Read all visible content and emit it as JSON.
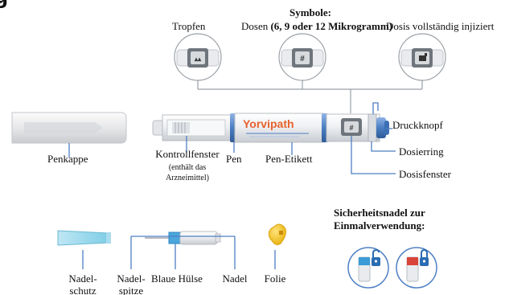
{
  "heading_fragment": "g",
  "symbols": {
    "title": "Symbole:",
    "drops": "Tropfen",
    "doses_prefix": "Dosen ",
    "doses_bold": "(6, 9 oder 12 Mikrogramm)",
    "injected": "Dosis vollständig injiziert"
  },
  "pen_labels": {
    "brand": "Yorvipath",
    "penkappe": "Penkappe",
    "kontrollfenster": "Kontrollfenster",
    "kontrollfenster_note_1": "(enthält das",
    "kontrollfenster_note_2": "Arzneimittel)",
    "pen": "Pen",
    "pen_etikett": "Pen-Etikett",
    "druckknopf": "Druckknopf",
    "dosierring": "Dosierring",
    "dosisfenster": "Dosisfenster"
  },
  "needle_labels": {
    "nadelschutz_1": "Nadel-",
    "nadelschutz_2": "schutz",
    "nadelspitze_1": "Nadel-",
    "nadelspitze_2": "spitze",
    "blaue_huelse": "Blaue Hülse",
    "nadel": "Nadel",
    "folie": "Folie"
  },
  "safety_needle": {
    "line1": "Sicherheitsnadel zur",
    "line2": "Einmalverwendung:"
  },
  "colors": {
    "blue_line": "#4f7fc4",
    "grey_line": "#9aa0a6",
    "brand_orange": "#e8612c",
    "pen_blue": "#4a7ec2",
    "foil_yellow": "#f2c318",
    "needle_cyan": "#7fcde6",
    "unlocked_red": "#d9443a",
    "lock_blue": "#2a6db3"
  },
  "icons": [
    "drop-symbol-icon",
    "dose-symbol-icon",
    "dose-complete-symbol-icon",
    "lock-open-icon",
    "lock-closed-icon"
  ]
}
